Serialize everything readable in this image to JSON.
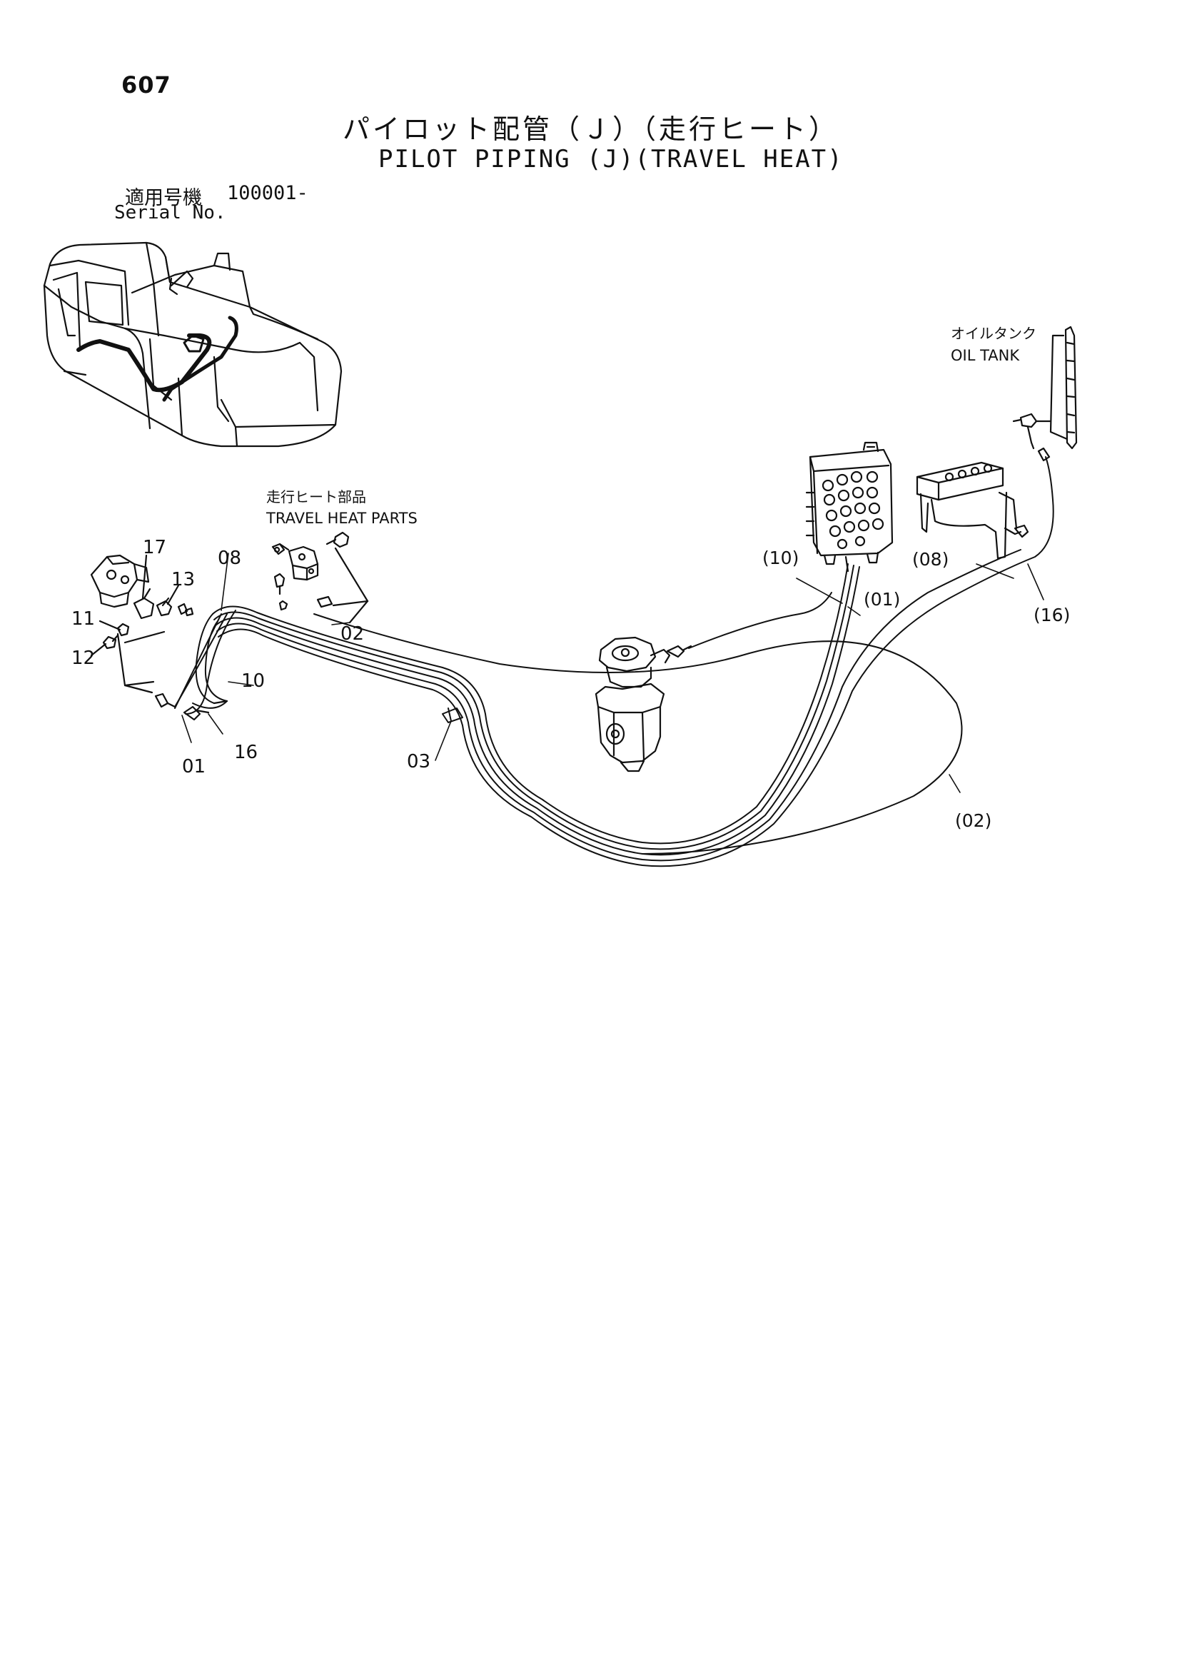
{
  "page_number": "607",
  "title_jp": "パイロット配管（Ｊ）（走行ヒート）",
  "title_en": "PILOT PIPING (J)(TRAVEL HEAT)",
  "serial": {
    "label_jp": "適用号機",
    "range": "100001-",
    "label_en": "Serial No."
  },
  "callouts": {
    "oil_tank_jp": "オイルタンク",
    "oil_tank_en": "OIL TANK",
    "travel_heat_jp": "走行ヒート部品",
    "travel_heat_en": "TRAVEL HEAT PARTS"
  },
  "part_labels": {
    "p17": "17",
    "p13": "13",
    "p11": "11",
    "p12": "12",
    "p08": "08",
    "p10": "10",
    "p01": "01",
    "p16": "16",
    "p02": "02",
    "p03": "03",
    "p10_ref": "(10)",
    "p01_ref": "(01)",
    "p08_ref": "(08)",
    "p16_ref": "(16)",
    "p02_ref": "(02)"
  }
}
